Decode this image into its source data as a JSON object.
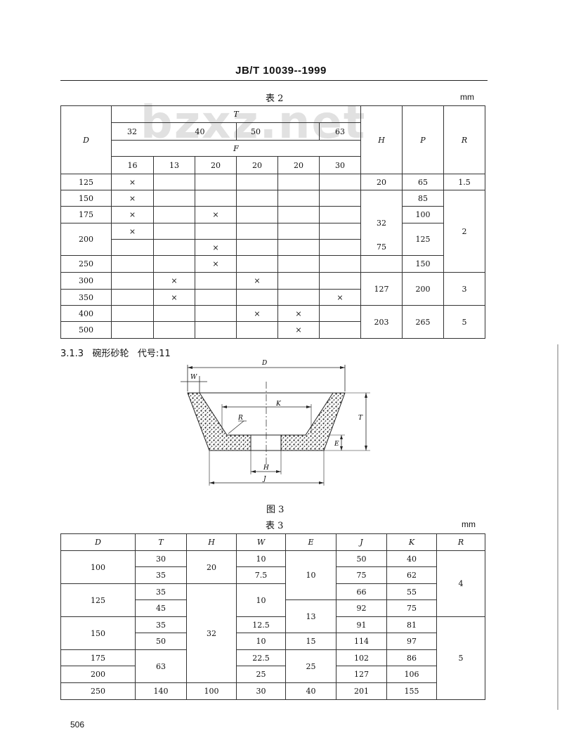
{
  "header": {
    "standard": "JB/T 10039--1999"
  },
  "watermark": "bzxz.net",
  "table2": {
    "caption": "表 2",
    "unit": "mm",
    "head": {
      "D": "D",
      "T": "T",
      "F": "F",
      "H": "H",
      "P": "P",
      "R": "R",
      "T_values": [
        "32",
        "40",
        "50",
        "63"
      ],
      "F_values": [
        "16",
        "13",
        "20",
        "20",
        "20",
        "30"
      ]
    },
    "mark": "×",
    "rows": [
      {
        "D": "125",
        "marks": [
          0
        ]
      },
      {
        "D": "150",
        "marks": [
          0
        ]
      },
      {
        "D": "175",
        "marks": [
          0,
          2
        ]
      },
      {
        "D": "200",
        "marks": [
          0,
          2
        ]
      },
      {
        "D": "250",
        "marks": [
          2
        ]
      },
      {
        "D": "300",
        "marks": [
          1,
          3
        ]
      },
      {
        "D": "350",
        "marks": [
          1,
          5
        ]
      },
      {
        "D": "400",
        "marks": [
          3,
          4
        ]
      },
      {
        "D": "500",
        "marks": [
          4
        ]
      }
    ],
    "H_values": [
      "20",
      "32",
      "75",
      "127",
      "203"
    ],
    "P_values": [
      "65",
      "85",
      "100",
      "125",
      "150",
      "200",
      "265"
    ],
    "R_values": [
      "1.5",
      "2",
      "3",
      "5"
    ]
  },
  "section": {
    "number": "3.1.3",
    "title": "碗形砂轮",
    "code": "代号:11"
  },
  "figure": {
    "caption": "图 3",
    "labels": {
      "D": "D",
      "W": "W",
      "K": "K",
      "R": "R",
      "T": "T",
      "E": "E",
      "H": "H",
      "J": "J"
    }
  },
  "table3": {
    "caption": "表 3",
    "unit": "mm",
    "columns": [
      "D",
      "T",
      "H",
      "W",
      "E",
      "J",
      "K",
      "R"
    ],
    "D": [
      "100",
      "125",
      "150",
      "175",
      "200",
      "250"
    ],
    "T": [
      "30",
      "35",
      "35",
      "45",
      "35",
      "50",
      "63",
      "140"
    ],
    "H": [
      "20",
      "32",
      "100"
    ],
    "W": [
      "10",
      "7.5",
      "10",
      "12.5",
      "10",
      "22.5",
      "25",
      "30"
    ],
    "E": [
      "10",
      "13",
      "15",
      "25",
      "40"
    ],
    "J": [
      "50",
      "75",
      "66",
      "92",
      "91",
      "114",
      "102",
      "127",
      "201"
    ],
    "K": [
      "40",
      "62",
      "55",
      "75",
      "81",
      "97",
      "86",
      "106",
      "155"
    ],
    "R": [
      "4",
      "5"
    ]
  },
  "page_number": "506"
}
